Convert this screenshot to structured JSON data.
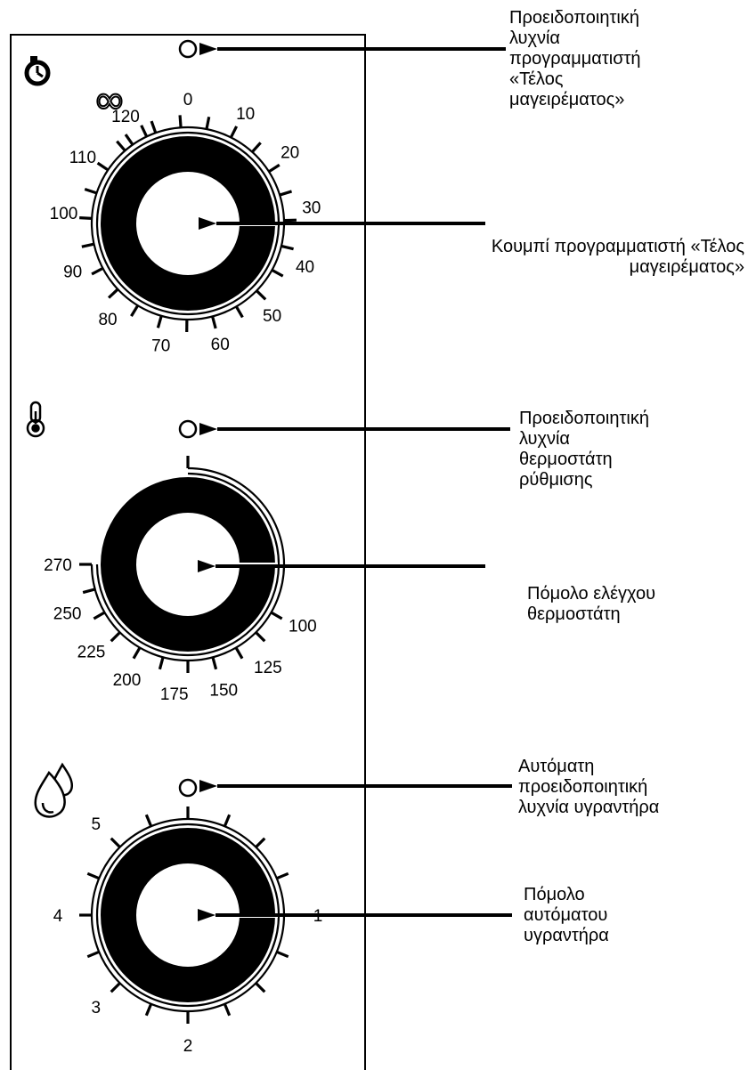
{
  "callouts": {
    "timer_lamp": [
      "Προειδοποιητική",
      "λυχνία",
      "προγραμματιστή",
      "«Τέλος",
      "μαγειρέματος»"
    ],
    "timer_knob": [
      "Κουμπί προγραμματιστή «Τέλος",
      "μαγειρέματος»"
    ],
    "thermostat_lamp": [
      "Προειδοποιητική",
      "λυχνία",
      "θερμοστάτη",
      "ρύθμισης"
    ],
    "thermostat_knob": [
      "Πόμολο ελέγχου",
      "θερμοστάτη"
    ],
    "humidifier_lamp": [
      "Αυτόματη",
      "προειδοποιητική",
      "λυχνία υγραντήρα"
    ],
    "humidifier_knob": [
      "Πόμολο",
      "αυτόματου",
      "υγραντήρα"
    ]
  },
  "timer_dial": {
    "infinity_symbol": "∞",
    "scale_labels": [
      "0",
      "10",
      "20",
      "30",
      "40",
      "50",
      "60",
      "70",
      "80",
      "90",
      "100",
      "110",
      "120"
    ]
  },
  "thermostat_dial": {
    "scale_labels": [
      "100",
      "125",
      "150",
      "175",
      "200",
      "225",
      "250",
      "270"
    ]
  },
  "humidifier_dial": {
    "scale_labels": [
      "1",
      "2",
      "3",
      "4",
      "5"
    ]
  },
  "icons": {
    "timer": "clock-icon",
    "thermostat": "thermometer-icon",
    "humidifier": "water-drops-icon"
  },
  "colors": {
    "line": "#000000",
    "background": "#ffffff"
  }
}
